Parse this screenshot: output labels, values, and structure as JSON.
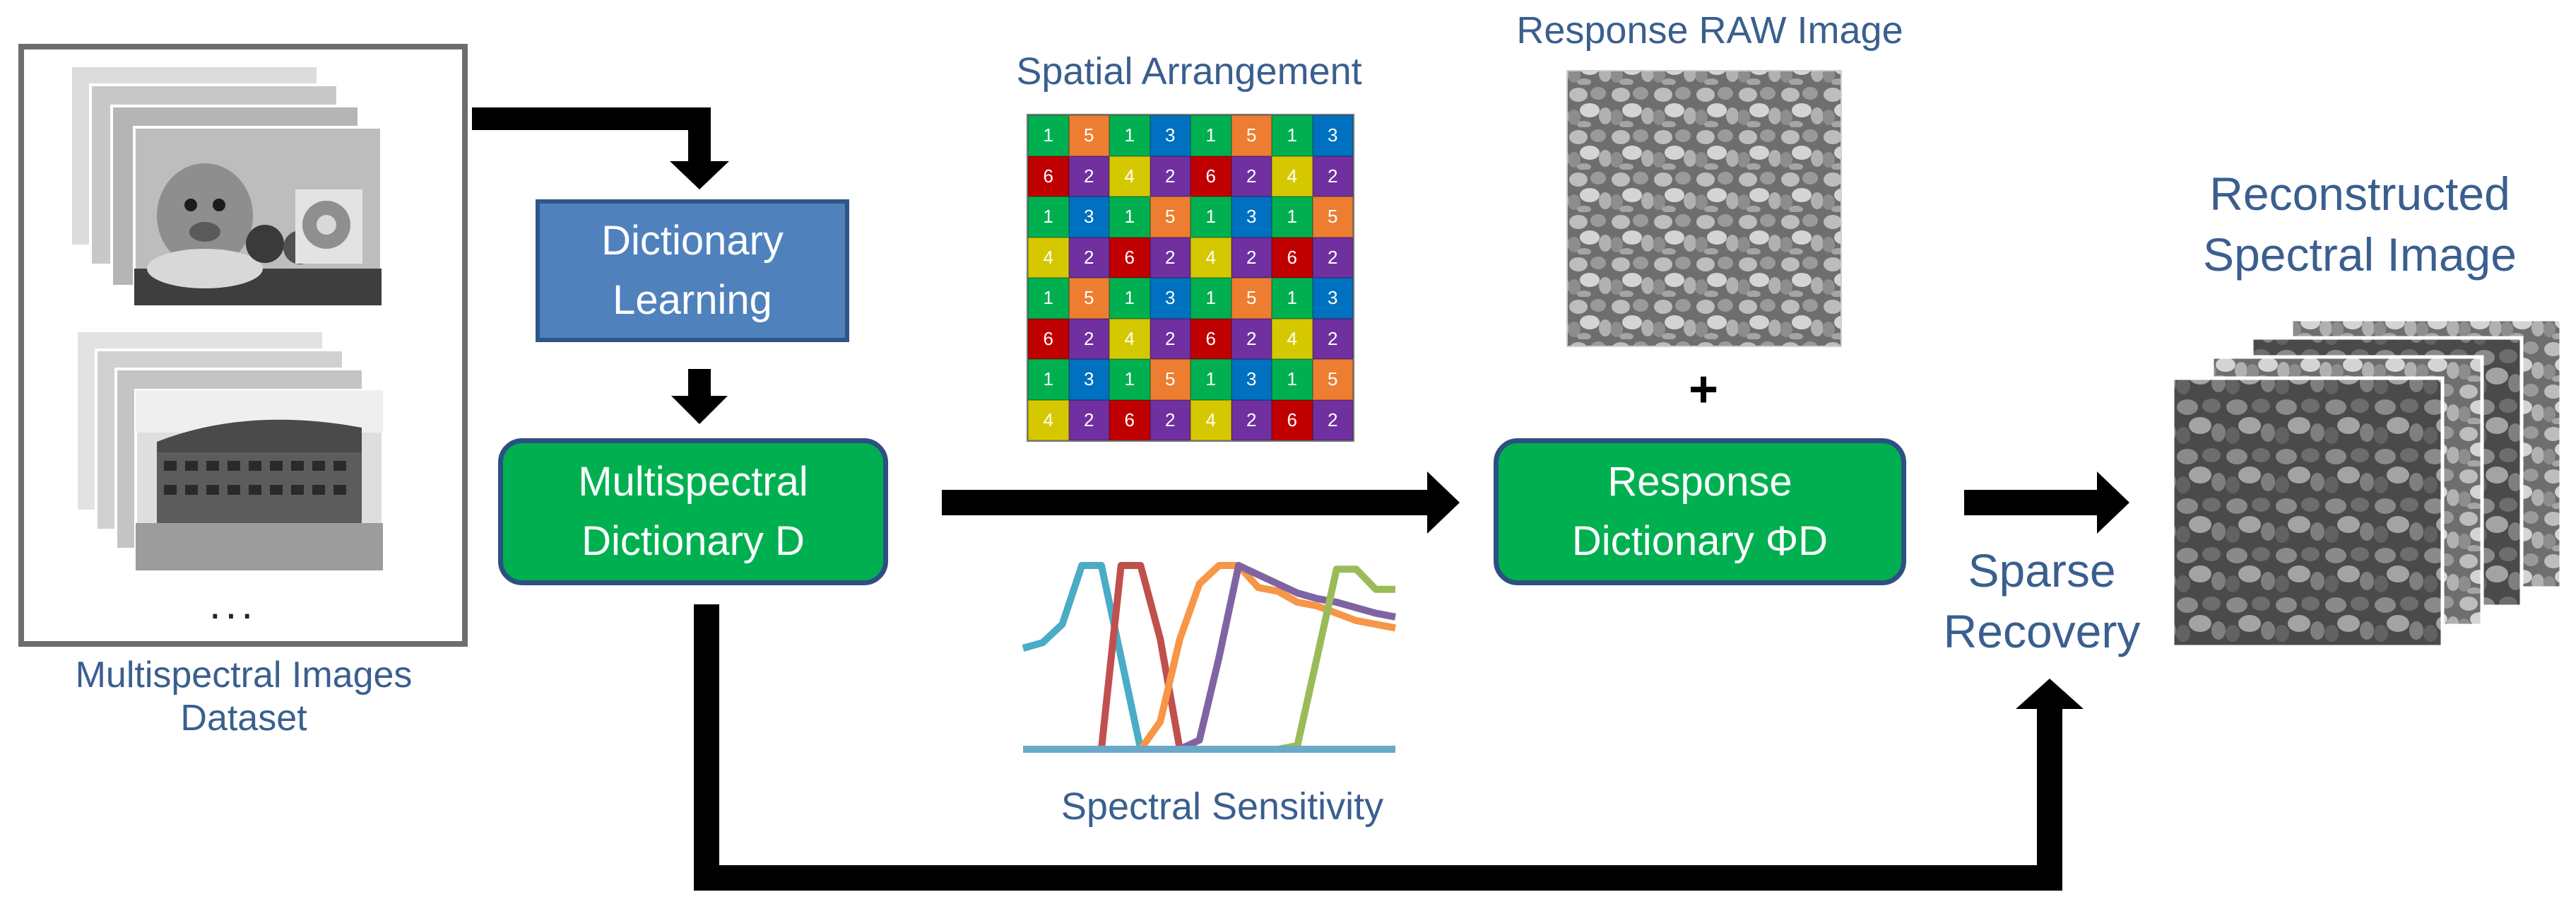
{
  "labels": {
    "dataset_line1": "Multispectral  Images",
    "dataset_line2": "Dataset",
    "ellipsis": "...",
    "spatial_arrangement": "Spatial Arrangement",
    "response_raw": "Response RAW Image",
    "reconstructed_line1": "Reconstructed",
    "reconstructed_line2": "Spectral Image",
    "sparse_line1": "Sparse",
    "sparse_line2": "Recovery",
    "spectral_sensitivity": "Spectral Sensitivity",
    "plus": "+"
  },
  "boxes": {
    "dictionary_learning": {
      "line1": "Dictionary",
      "line2": "Learning"
    },
    "multispectral_dictionary": {
      "line1": "Multispectral",
      "line2": "Dictionary  D"
    },
    "response_dictionary": {
      "line1": "Response",
      "line2": "Dictionary ΦD"
    }
  },
  "colors": {
    "label_text": "#3a5f8f",
    "box_blue": "#4f81bd",
    "box_green": "#00b050",
    "box_border": "#2e4f82",
    "arrow": "#000000"
  },
  "filter_colors": {
    "1": "#00b050",
    "2": "#7030a0",
    "3": "#0070c0",
    "4": "#d6c800",
    "5": "#ed7d31",
    "6": "#c00000"
  },
  "spatial_grid": [
    [
      1,
      5,
      1,
      3,
      1,
      5,
      1,
      3
    ],
    [
      6,
      2,
      4,
      2,
      6,
      2,
      4,
      2
    ],
    [
      1,
      3,
      1,
      5,
      1,
      3,
      1,
      5
    ],
    [
      4,
      2,
      6,
      2,
      4,
      2,
      6,
      2
    ],
    [
      1,
      5,
      1,
      3,
      1,
      5,
      1,
      3
    ],
    [
      6,
      2,
      4,
      2,
      6,
      2,
      4,
      2
    ],
    [
      1,
      3,
      1,
      5,
      1,
      3,
      1,
      5
    ],
    [
      4,
      2,
      6,
      2,
      4,
      2,
      6,
      2
    ]
  ],
  "spectral_curves": [
    {
      "color": "#4bacc6",
      "values": [
        0.55,
        0.58,
        0.68,
        1.0,
        1.0,
        0.5,
        0.0,
        0.0,
        0.0,
        0.0,
        0.0,
        0.0,
        0.0,
        0.0,
        0.0,
        0.0,
        0.0,
        0.0,
        0.0,
        0.0
      ]
    },
    {
      "color": "#c0504d",
      "values": [
        0.0,
        0.0,
        0.0,
        0.0,
        0.0,
        1.0,
        1.0,
        0.6,
        0.0,
        0.0,
        0.0,
        0.0,
        0.0,
        0.0,
        0.0,
        0.0,
        0.0,
        0.0,
        0.0,
        0.0
      ]
    },
    {
      "color": "#f79646",
      "values": [
        0.0,
        0.0,
        0.0,
        0.0,
        0.0,
        0.0,
        0.0,
        0.15,
        0.6,
        0.9,
        1.0,
        1.0,
        0.88,
        0.86,
        0.8,
        0.78,
        0.74,
        0.7,
        0.68,
        0.66
      ]
    },
    {
      "color": "#8064a2",
      "values": [
        0.0,
        0.0,
        0.0,
        0.0,
        0.0,
        0.0,
        0.0,
        0.0,
        0.0,
        0.05,
        0.5,
        1.0,
        0.95,
        0.9,
        0.85,
        0.82,
        0.8,
        0.77,
        0.74,
        0.72
      ]
    },
    {
      "color": "#9bbb59",
      "values": [
        0.0,
        0.0,
        0.0,
        0.0,
        0.0,
        0.0,
        0.0,
        0.0,
        0.0,
        0.0,
        0.0,
        0.0,
        0.0,
        0.0,
        0.02,
        0.5,
        0.98,
        0.98,
        0.87,
        0.87
      ]
    },
    {
      "color": "#6aa9c9",
      "values": [
        0.0,
        0.0,
        0.0,
        0.0,
        0.0,
        0.0,
        0.0,
        0.0,
        0.0,
        0.0,
        0.0,
        0.0,
        0.0,
        0.0,
        0.0,
        0.0,
        0.0,
        0.0,
        0.0,
        0.0
      ]
    }
  ]
}
